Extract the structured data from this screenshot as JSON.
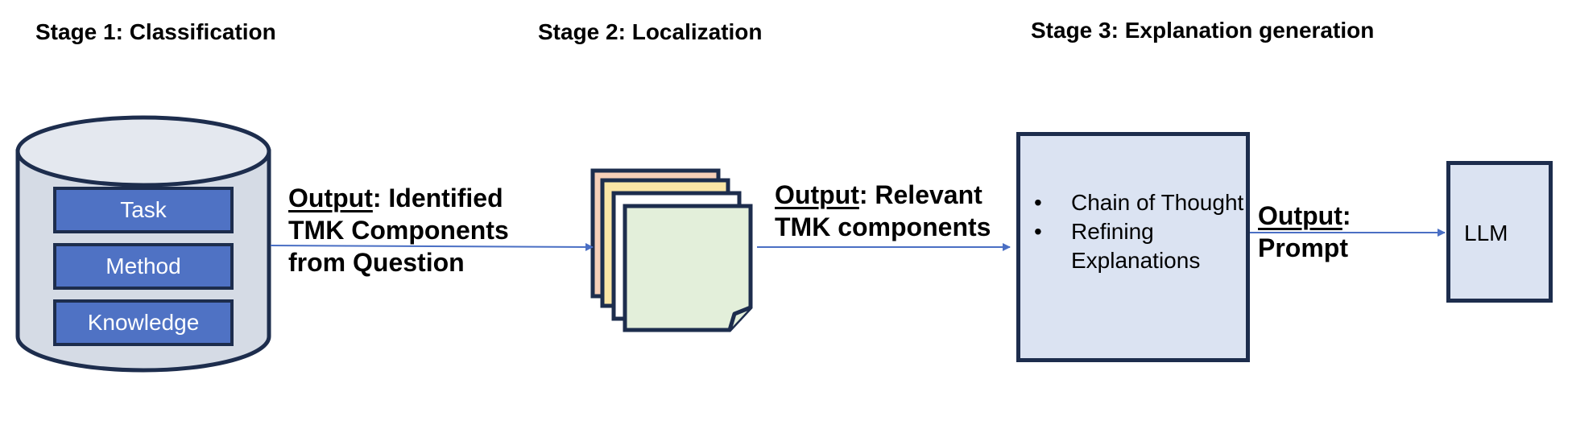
{
  "stages": [
    {
      "bold": "Stage 1",
      "rest": ": Classification"
    },
    {
      "bold": "Stage 2",
      "rest": ": Localization"
    },
    {
      "bold": "Stage 3",
      "rest": ": Explanation generation"
    }
  ],
  "database": {
    "items": [
      "Task",
      "Method",
      "Knowledge"
    ]
  },
  "outputs": [
    {
      "keyword": "Output",
      "line1_rest": ": Identified",
      "line2": "TMK Components",
      "line3": "from Question"
    },
    {
      "keyword": "Output",
      "line1_rest": ": Relevant",
      "line2": "TMK components"
    },
    {
      "keyword": "Output",
      "line1_rest": ":",
      "line2": "Prompt"
    }
  ],
  "explanation_box": {
    "items": [
      "Chain of Thought",
      "Refining Explanations"
    ]
  },
  "llm_label": "LLM",
  "colors": {
    "arrow": "#4a6fc4",
    "db_body": "#d5dbe5",
    "db_top": "#e4e8ef",
    "db_item": "#4f72c4",
    "outline": "#1d2d4d",
    "page_peach": "#f6cfb8",
    "page_yellow": "#fbe6a6",
    "page_white": "#ffffff",
    "page_green": "#e3efda",
    "box_fill": "#dbe3f2"
  }
}
